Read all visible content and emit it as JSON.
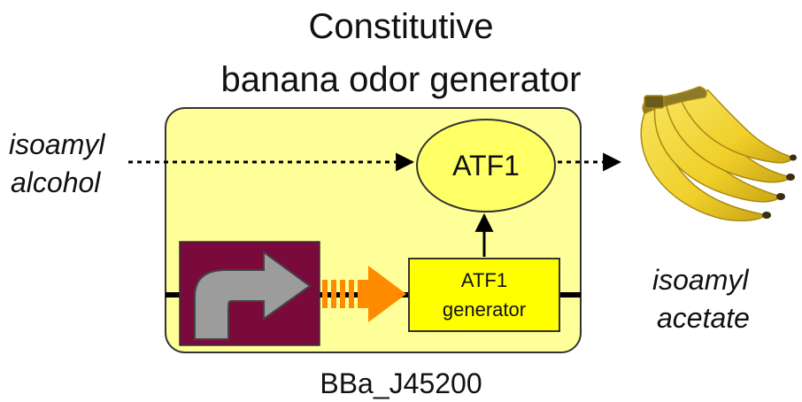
{
  "title_line1": "Constitutive",
  "title_line2": "banana odor generator",
  "substrate": {
    "line1": "isoamyl",
    "line2": "alcohol"
  },
  "product": {
    "line1": "isoamyl",
    "line2": "acetate"
  },
  "enzyme": "ATF1",
  "generator": {
    "line1": "ATF1",
    "line2": "generator"
  },
  "part_id": "BBa_J45200",
  "colors": {
    "device_box": "#ffff99",
    "promoter_box": "#7a0a3c",
    "promoter_arrow": "#999999",
    "signal_arrow": "#ff8c00",
    "generator_box": "#ffff00",
    "enzyme_ellipse": "#ffff66",
    "banana": "#f2d22e"
  }
}
